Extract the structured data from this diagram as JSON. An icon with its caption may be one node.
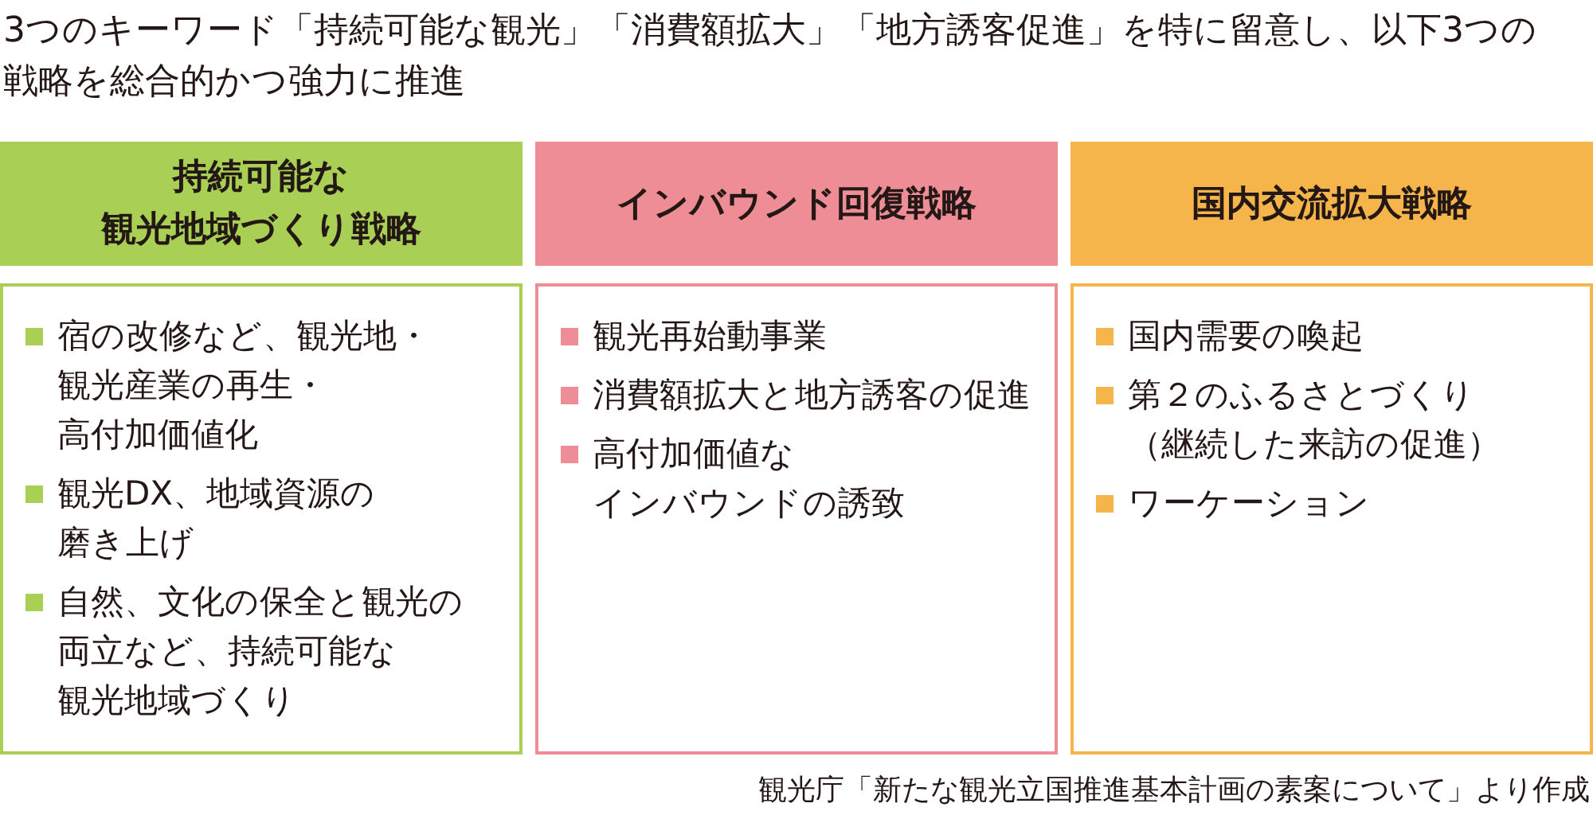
{
  "diagram": {
    "title": "3つのキーワード「持続可能な観光」「消費額拡大」「地方誘客促進」を特に留意し、以下3つの戦略を総合的かつ強力に推進",
    "caption": "観光庁「新たな観光立国推進基本計画の素案について」より作成",
    "nodes": [
      {
        "text": [
          "持続可能な観光地域づくり戦略"
        ]
      },
      {
        "text": [
          "インバウンド回復戦略"
        ]
      },
      {
        "text": [
          "国内交流拡大戦略"
        ]
      },
      {
        "text": [
          "宿の改修など、観光地・観光産業の再生・高付加価値化",
          "観光DX、地域資源の磨き上げ",
          "自然、文化の保全と観光の両立など、持続可能な観光地域づくり"
        ]
      },
      {
        "text": [
          "観光再始動事業",
          "消費額拡大と地方誘客の促進",
          "高付加価値なインバウンドの誘致"
        ]
      },
      {
        "text": [
          "国内需要の喚起",
          "第２のふるさとづくり（継続した来訪の促進）",
          "ワーケーション"
        ]
      }
    ],
    "edges": []
  }
}
